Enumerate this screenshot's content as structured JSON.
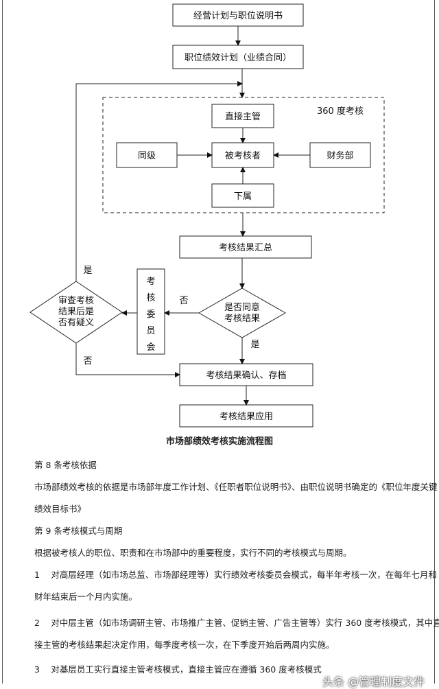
{
  "flowchart": {
    "box_plan": "经营计划与职位说明书",
    "box_perf": "职位绩效计划（业绩合同）",
    "label_360": "360 度考核",
    "box_supervisor": "直接主管",
    "box_peer": "同级",
    "box_assessee": "被考核者",
    "box_finance": "财务部",
    "box_subordinate": "下属",
    "box_summary": "考核结果汇总",
    "box_committee": [
      "考",
      "核",
      "委",
      "员",
      "会"
    ],
    "diamond_agree": [
      "是否同意",
      "考核结果"
    ],
    "diamond_review": [
      "审查考核",
      "结果后是",
      "否有疑义"
    ],
    "label_yes_left": "是",
    "label_no_left": "否",
    "label_no_mid": "否",
    "label_yes_mid": "是",
    "box_confirm": "考核结果确认、存档",
    "box_apply": "考核结果应用"
  },
  "caption": "市场部绩效考核实施流程图",
  "paragraphs": [
    "第 8 条考核依据",
    "市场部绩效考核的依据是市场部年度工作计划、《任职者职位说明书》、由职位说明书确定的《职位年度关键绩效目标书》",
    "第 9 条考核模式与周期",
    "根据被考核人的职位、职责和在市场部中的重要程度，实行不同的考核模式与周期。",
    "1　 对高层经理（如市场总监、市场部经理等）实行绩效考核委员会模式，每半年考核一次，在每年七月和财年结束后一个月内实施。",
    "2　 对中层主管（如市场调研主管、市场推广主管、促销主管、广告主管等）实行 360 度考核模式，其中直接主管的考核结果起决定作用，每季度考核一次，在下季度开始后两周内实施。",
    "3　 对基层员工实行直接主管考核模式，直接主管应在遵循 360 度考核模式"
  ],
  "watermark": "头条 @管理制度文件"
}
